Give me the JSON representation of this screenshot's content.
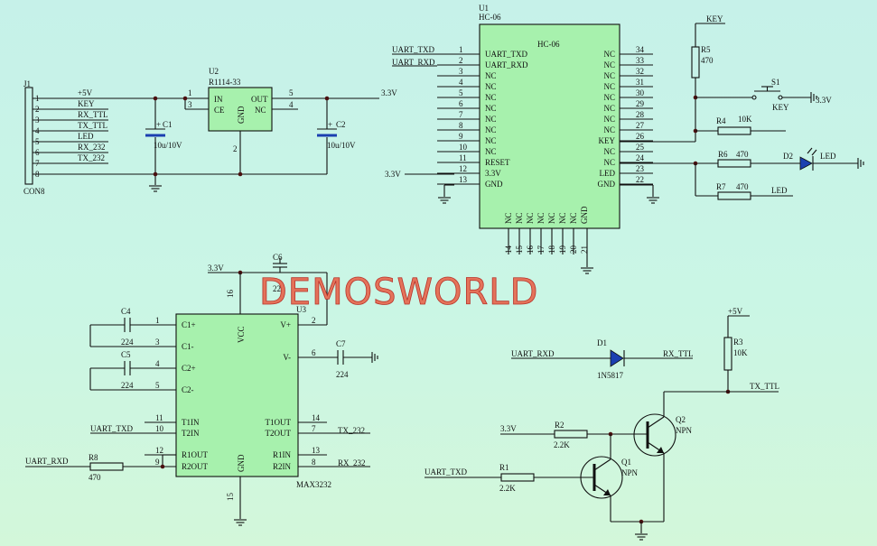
{
  "labels": {
    "j1_ref": "J1",
    "j1_value": "CON8",
    "j1_pins": [
      "1",
      "2",
      "3",
      "4",
      "5",
      "6",
      "7",
      "8"
    ],
    "j1_nets": [
      "+5V",
      "KEY",
      "RX_TTL",
      "TX_TTL",
      "LED",
      "RX_232",
      "TX_232"
    ],
    "u2_ref": "U2",
    "u2_value": "R1114-33",
    "u2_pins": {
      "in": "IN",
      "ce": "CE",
      "gnd": "GND",
      "out": "OUT",
      "nc": "NC",
      "p1": "1",
      "p3": "3",
      "p2": "2",
      "p5": "5",
      "p4": "4"
    },
    "c1": "C1",
    "c1_val": "10u/10V",
    "c2": "C2",
    "c2_val": "10u/10V",
    "net_33v": "3.3V",
    "u1_ref": "U1",
    "u1_value": "HC-06",
    "u1_title": "HC-06",
    "u1_left_pins": [
      "1",
      "2",
      "3",
      "4",
      "5",
      "6",
      "7",
      "8",
      "9",
      "10",
      "11",
      "12",
      "13"
    ],
    "u1_left_names": [
      "UART_TXD",
      "UART_RXD",
      "NC",
      "NC",
      "NC",
      "NC",
      "NC",
      "NC",
      "NC",
      "NC",
      "RESET",
      "3.3V",
      "GND"
    ],
    "u1_right_pins": [
      "34",
      "33",
      "32",
      "31",
      "30",
      "29",
      "28",
      "27",
      "26",
      "25",
      "24",
      "23",
      "22"
    ],
    "u1_right_names": [
      "NC",
      "NC",
      "NC",
      "NC",
      "NC",
      "NC",
      "NC",
      "NC",
      "KEY",
      "NC",
      "NC",
      "LED",
      "GND"
    ],
    "u1_bottom_pins": [
      "14",
      "15",
      "16",
      "17",
      "18",
      "19",
      "20",
      "21"
    ],
    "u1_bottom_names": [
      "NC",
      "NC",
      "NC",
      "NC",
      "NC",
      "NC",
      "NC",
      "GND"
    ],
    "u1_nets": {
      "txd": "UART_TXD",
      "rxd": "UART_RXD",
      "v33": "3.3V"
    },
    "r5": "R5",
    "r5_val": "470",
    "key": "KEY",
    "s1": "S1",
    "s1_key": "KEY",
    "s1_33v": "3.3V",
    "r4": "R4",
    "r4_val": "10K",
    "r6": "R6",
    "r6_val": "470",
    "d2": "D2",
    "d2_led": "LED",
    "r7": "R7",
    "r7_val": "470",
    "led_net": "LED",
    "c6": "C6",
    "c6_val": "224",
    "net_u3_33v": "3.3V",
    "u3_p16": "16",
    "u3_ref": "U3",
    "u3_value": "MAX3232",
    "u3_left_names": [
      "C1+",
      "C1-",
      "C2+",
      "C2-",
      "T1IN",
      "T2IN",
      "R1OUT",
      "R2OUT"
    ],
    "u3_left_pins": [
      "1",
      "3",
      "4",
      "5",
      "11",
      "10",
      "12",
      "9"
    ],
    "u3_right_names": [
      "V+",
      "V-",
      "T1OUT",
      "T2OUT",
      "R1IN",
      "R2IN"
    ],
    "u3_right_pins": [
      "2",
      "6",
      "14",
      "7",
      "13",
      "8"
    ],
    "u3_vcc": "VCC",
    "u3_gnd": "GND",
    "u3_p15": "15",
    "c4": "C4",
    "c4_val": "224",
    "c5": "C5",
    "c5_val": "224",
    "c7": "C7",
    "c7_val": "224",
    "u3_nets": {
      "txd": "UART_TXD",
      "rxd": "UART_RXD",
      "tx232": "TX_232",
      "rx232": "RX_232"
    },
    "r8": "R8",
    "r8_val": "470",
    "watermark": "DEMOSWORLD",
    "d1_net_l": "UART_RXD",
    "d1": "D1",
    "d1_val": "1N5817",
    "d1_net_r": "RX_TTL",
    "p5v": "+5V",
    "r3": "R3",
    "r3_val": "10K",
    "tx_ttl": "TX_TTL",
    "q2": "Q2",
    "q2_type": "NPN",
    "r2_33v": "3.3V",
    "r2": "R2",
    "r2_val": "2.2K",
    "q1": "Q1",
    "q1_type": "NPN",
    "r1_txd": "UART_TXD",
    "r1": "R1",
    "r1_val": "2.2K"
  }
}
